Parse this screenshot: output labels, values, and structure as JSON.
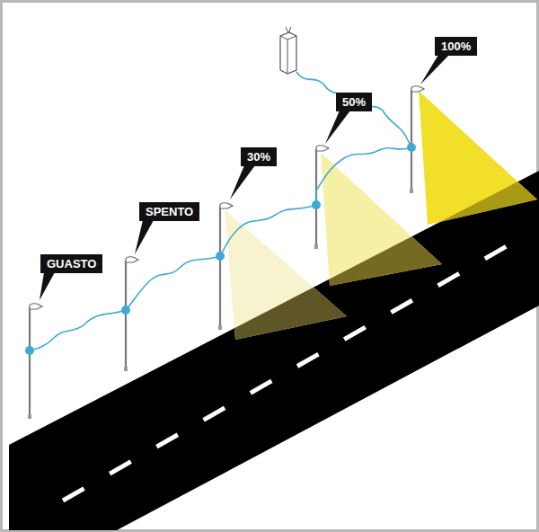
{
  "diagram": {
    "nodes": [
      {
        "text": [
          "GUASTO"
        ]
      },
      {
        "text": [
          "SPENTO"
        ]
      },
      {
        "text": [
          "30%"
        ]
      },
      {
        "text": [
          "50%"
        ]
      },
      {
        "text": [
          "100%"
        ]
      }
    ]
  }
}
